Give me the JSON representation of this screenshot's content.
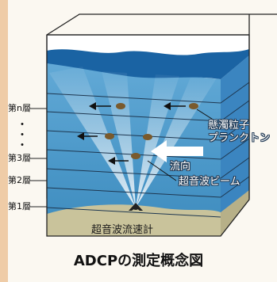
{
  "caption": "ADCPの測定概念図",
  "layers": {
    "layer_n": "第n層",
    "layer_3": "第3層",
    "layer_2": "第2層",
    "layer_1": "第1層",
    "dots": "・"
  },
  "callouts": {
    "suspended_particles": "懸濁粒子",
    "plankton": "プランクトン",
    "flow_direction": "流向",
    "ultrasonic_beam": "超音波ビーム",
    "current_meter": "超音波流速計"
  },
  "colors": {
    "water_surface": "#1a63a3",
    "water_body": "#4f9ccc",
    "seabed": "#c9c39b",
    "side_panel": "#3b85c0",
    "particle": "#7a5a2c",
    "arrow": "#ffffff"
  }
}
